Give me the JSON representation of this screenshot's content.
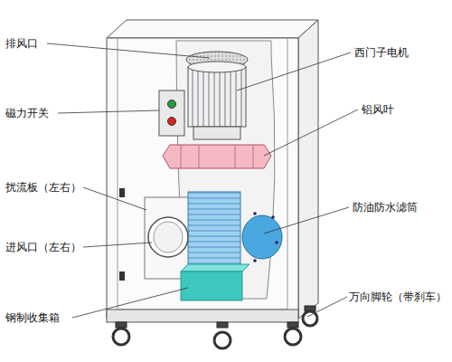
{
  "diagram": {
    "labels": [
      "排风口",
      "磁力开关",
      "扰流板（左右）",
      "进风口（左右）",
      "钢制收集箱",
      "西门子电机",
      "铝风叶",
      "防油防水滤筒",
      "万向脚轮（带刹车）"
    ]
  }
}
